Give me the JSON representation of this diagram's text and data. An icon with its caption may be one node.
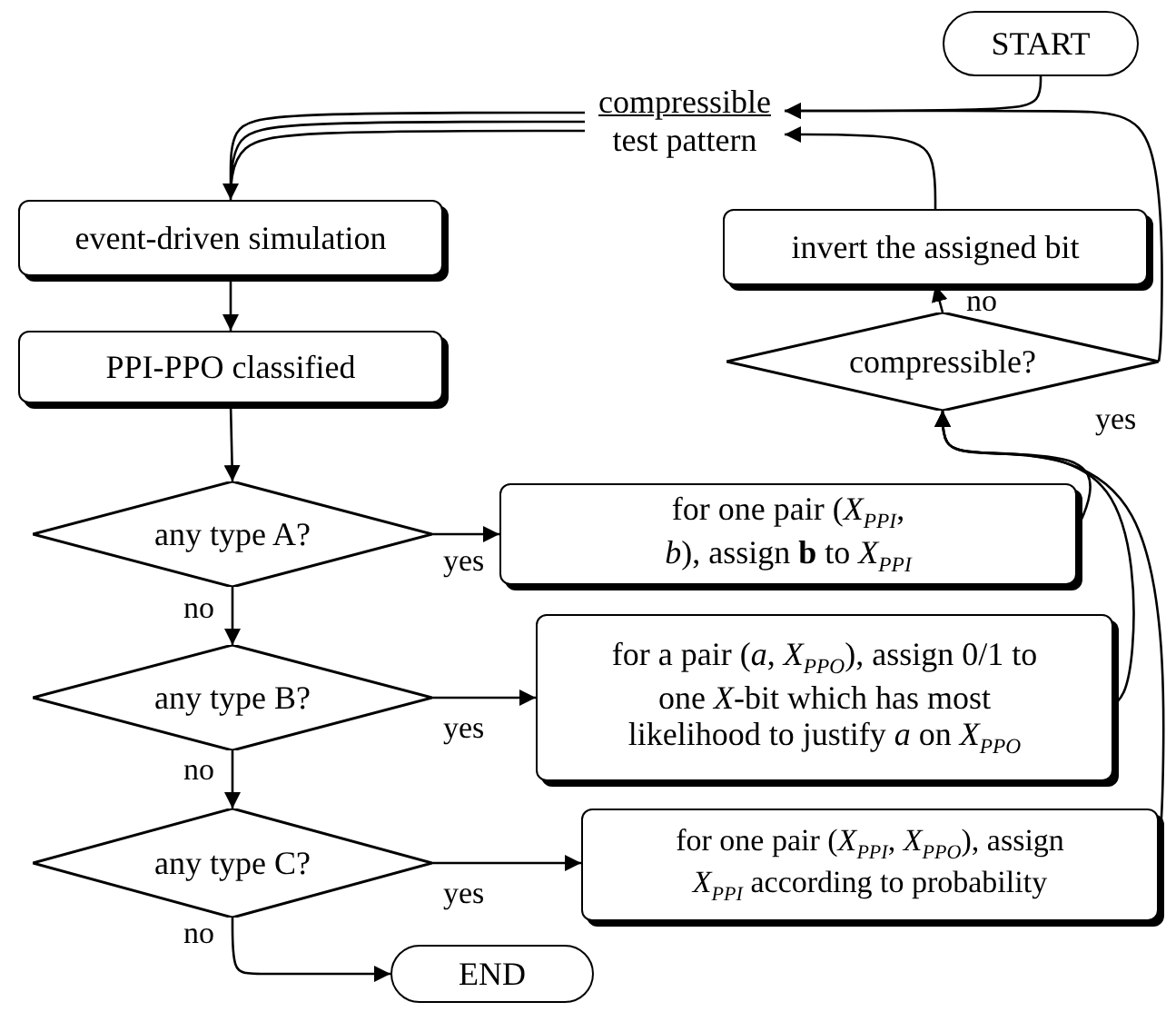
{
  "diagram": {
    "nodes": [
      {
        "text": [
          "START"
        ]
      },
      {
        "text": [
          "event-driven simulation"
        ]
      },
      {
        "text": [
          "PPI-PPO classified"
        ]
      },
      {
        "text": [
          "any type A?"
        ]
      },
      {
        "text": [
          "for one pair (*X*$_{PPI}$, *b*), assign **b** to *X*$_{PPI}$"
        ]
      },
      {
        "text": [
          "any type B?"
        ]
      },
      {
        "text": [
          "for a pair (*a*, *X*$_{PPO}$), assign 0/1 to one *X*-bit which has most likelihood to justify *a* on *X*$_{PPO}$"
        ]
      },
      {
        "text": [
          "any type C?"
        ]
      },
      {
        "text": [
          "for one pair (*X*$_{PPI}$, *X*$_{PPO}$), assign *X*$_{PPI}$ according to probability"
        ]
      },
      {
        "text": [
          "END"
        ]
      },
      {
        "text": [
          "compressible?"
        ]
      },
      {
        "text": [
          "invert the assigned bit"
        ]
      },
      {
        "text": [
          "compressible",
          "test pattern"
        ]
      }
    ],
    "edges": [
      {
        "from": 0,
        "to": 12,
        "arrow": "to"
      },
      {
        "from": 11,
        "to": 12,
        "arrow": "to"
      },
      {
        "from": 10,
        "to": 12,
        "arrow": "to",
        "label": "yes"
      },
      {
        "from": 10,
        "to": 11,
        "arrow": "to",
        "label": "no"
      },
      {
        "from": 12,
        "to": 1,
        "arrow": "to"
      },
      {
        "from": 1,
        "to": 2,
        "arrow": "to"
      },
      {
        "from": 2,
        "to": 3,
        "arrow": "to"
      },
      {
        "from": 3,
        "to": 4,
        "arrow": "to",
        "label": "yes"
      },
      {
        "from": 3,
        "to": 5,
        "arrow": "to",
        "label": "no"
      },
      {
        "from": 5,
        "to": 6,
        "arrow": "to",
        "label": "yes"
      },
      {
        "from": 5,
        "to": 7,
        "arrow": "to",
        "label": "no"
      },
      {
        "from": 7,
        "to": 8,
        "arrow": "to",
        "label": "yes"
      },
      {
        "from": 7,
        "to": 9,
        "arrow": "to",
        "label": "no"
      },
      {
        "from": 4,
        "to": 10,
        "arrow": "to"
      },
      {
        "from": 6,
        "to": 10,
        "arrow": "to"
      },
      {
        "from": 8,
        "to": 10,
        "arrow": "to"
      }
    ]
  }
}
